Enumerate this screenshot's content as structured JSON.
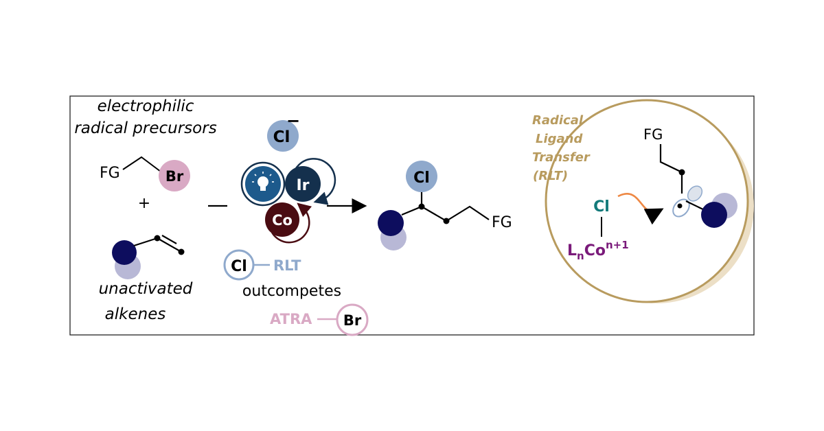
{
  "labels": {
    "electrophilic": "electrophilic",
    "radical_precursors": "radical precursors",
    "fg": "FG",
    "br": "Br",
    "plus": "+",
    "unactivated": "unactivated",
    "alkenes": "alkenes",
    "cl": "Cl",
    "minus": "−",
    "ir": "Ir",
    "co": "Co",
    "rlt": "RLT",
    "outcompetes": "outcompetes",
    "atra": "ATRA",
    "radical": "Radical",
    "ligand": "Ligand",
    "transfer": "Transfer",
    "rlt_paren": "(RLT)",
    "l": "L",
    "n": "n",
    "co_metal": "Co",
    "oxidation": "n+1"
  },
  "colors": {
    "navy": "#0d0d5e",
    "lavender": "#b8b8d6",
    "cl_blue": "#8fa9cc",
    "br_pink": "#d9a9c4",
    "ir_navy": "#14304d",
    "photo_blue": "#1d5a8c",
    "co_maroon": "#4a0c12",
    "gold": "#b89b5e",
    "gold_shadow": "#ecdfc6",
    "teal": "#137a7a",
    "purple": "#7a1a7a",
    "orange": "#ee8844"
  }
}
